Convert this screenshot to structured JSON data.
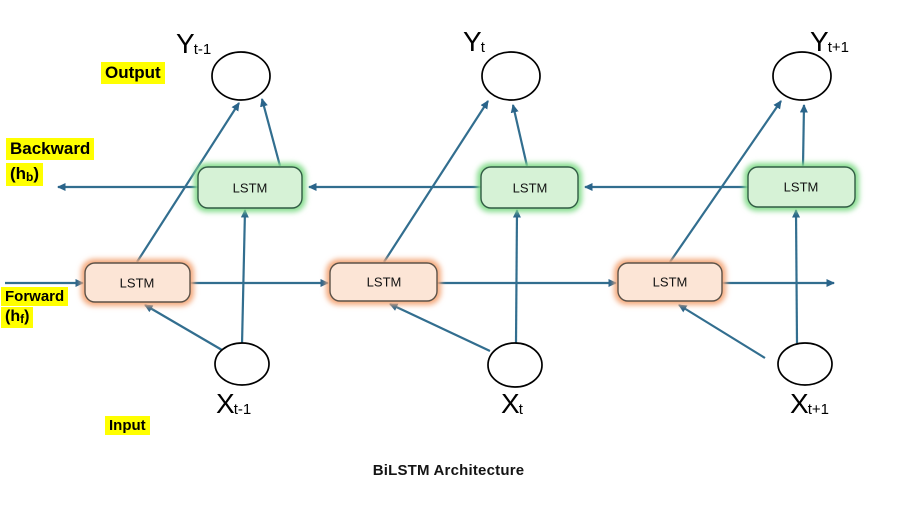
{
  "title": "BiLSTM Architecture",
  "colors": {
    "arrow": "#326e8f",
    "highlight": "#ffff00",
    "green_fill": "#d6f2d6",
    "green_border": "#315c44",
    "green_glow": "#86dd8e",
    "orange_fill": "#fce5d6",
    "orange_border": "#5c5248",
    "orange_glow": "#f4a97c",
    "circle_stroke": "#000000"
  },
  "side_labels": {
    "output": "Output",
    "input": "Input",
    "backward": "Backward",
    "backward_h": {
      "open": "(h",
      "sub": "b",
      "close": ")"
    },
    "forward": "Forward",
    "forward_h": {
      "open": "(h",
      "sub": "f",
      "close": ")"
    }
  },
  "columns": [
    {
      "y": {
        "base": "Y",
        "sub": "t-1"
      },
      "x": {
        "base": "X",
        "sub": "t-1"
      },
      "backward_lstm": "LSTM",
      "forward_lstm": "LSTM"
    },
    {
      "y": {
        "base": "Y",
        "sub": "t"
      },
      "x": {
        "base": "X",
        "sub": "t"
      },
      "backward_lstm": "LSTM",
      "forward_lstm": "LSTM"
    },
    {
      "y": {
        "base": "Y",
        "sub": "t+1"
      },
      "x": {
        "base": "X",
        "sub": "t+1"
      },
      "backward_lstm": "LSTM",
      "forward_lstm": "LSTM"
    }
  ],
  "layers": {
    "output_nodes": 3,
    "backward_lstm_nodes": 3,
    "forward_lstm_nodes": 3,
    "input_nodes": 3
  }
}
